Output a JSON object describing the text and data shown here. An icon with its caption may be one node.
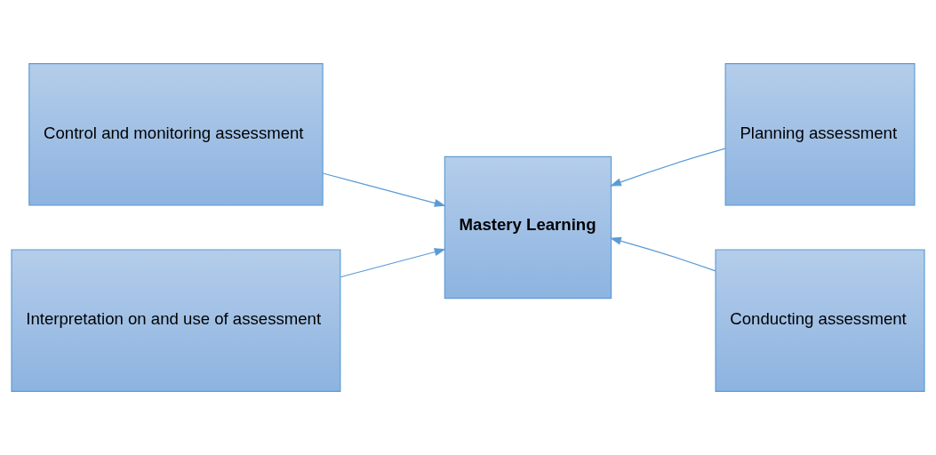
{
  "diagram": {
    "nodes": [
      {
        "text": [
          "Control and monitoring assessment"
        ]
      },
      {
        "text": [
          "Planning assessment"
        ]
      },
      {
        "text": [
          "Mastery Learning"
        ]
      },
      {
        "text": [
          "Interpretation on and use of assessment"
        ]
      },
      {
        "text": [
          "Conducting assessment"
        ]
      }
    ],
    "edges": [
      {
        "from": 0,
        "to": 2,
        "arrow": "to"
      },
      {
        "from": 1,
        "to": 2,
        "arrow": "to"
      },
      {
        "from": 3,
        "to": 2,
        "arrow": "to"
      },
      {
        "from": 4,
        "to": 2,
        "arrow": "to"
      }
    ]
  }
}
